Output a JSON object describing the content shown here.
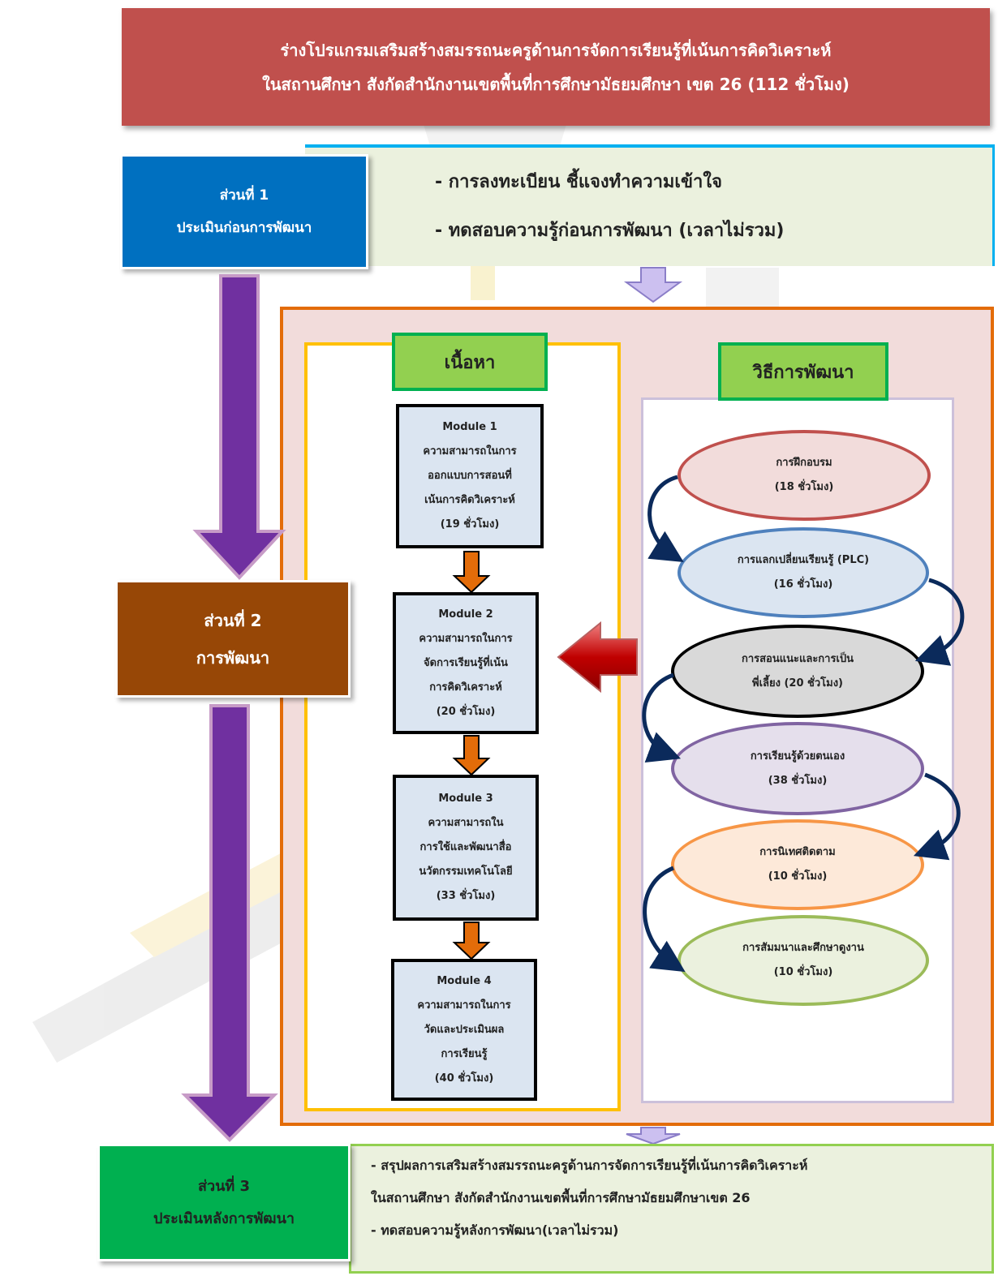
{
  "title": {
    "line1": "ร่างโปรแกรมเสริมสร้างสมรรถนะครูด้านการจัดการเรียนรู้ที่เน้นการคิดวิเคราะห์",
    "line2": "ในสถานศึกษา สังกัดสำนักงานเขตพื้นที่การศึกษามัธยมศึกษา เขต 26 (112 ชั่วโมง)"
  },
  "part1": {
    "line1": "ส่วนที่ 1",
    "line2": "ประเมินก่อนการพัฒนา",
    "items": [
      "- การลงทะเบียน ชี้แจงทำความเข้าใจ",
      "- ทดสอบความรู้ก่อนการพัฒนา (เวลาไม่รวม)"
    ]
  },
  "part2": {
    "line1": "ส่วนที่ 2",
    "line2": "การพัฒนา"
  },
  "content": {
    "heading": "เนื้อหา",
    "modules": [
      {
        "lines": [
          "Module 1",
          "ความสามารถในการ",
          "ออกแบบการสอนที่",
          "เน้นการคิดวิเคราะห์",
          "(19 ชั่วโมง)"
        ],
        "hours": 19
      },
      {
        "lines": [
          "Module 2",
          "ความสามารถในการ",
          "จัดการเรียนรู้ที่เน้น",
          "การคิดวิเคราะห์",
          "(20 ชั่วโมง)"
        ],
        "hours": 20
      },
      {
        "lines": [
          "Module 3",
          "ความสามารถใน",
          "การใช้และพัฒนาสื่อ",
          "นวัตกรรมเทคโนโลยี",
          "(33 ชั่วโมง)"
        ],
        "hours": 33
      },
      {
        "lines": [
          "Module 4",
          "ความสามารถในการ",
          "วัดและประเมินผล",
          "การเรียนรู้",
          "(40 ชั่วโมง)"
        ],
        "hours": 40
      }
    ]
  },
  "methods": {
    "heading": "วิธีการพัฒนา",
    "items": [
      {
        "line1": "การฝึกอบรม",
        "line2": "(18 ชั่วโมง)",
        "hours": 18
      },
      {
        "line1": "การแลกเปลี่ยนเรียนรู้ (PLC)",
        "line2": "(16 ชั่วโมง)",
        "hours": 16
      },
      {
        "line1": "การสอนแนะและการเป็น",
        "line2": "พี่เลี้ยง (20 ชั่วโมง)",
        "hours": 20
      },
      {
        "line1": "การเรียนรู้ด้วยตนเอง",
        "line2": "(38 ชั่วโมง)",
        "hours": 38
      },
      {
        "line1": "การนิเทศติดตาม",
        "line2": "(10 ชั่วโมง)",
        "hours": 10
      },
      {
        "line1": "การสัมมนาและศึกษาดูงาน",
        "line2": "(10 ชั่วโมง)",
        "hours": 10
      }
    ]
  },
  "part3": {
    "line1": "ส่วนที่ 3",
    "line2": "ประเมินหลังการพัฒนา",
    "items": [
      "- สรุปผลการเสริมสร้างสมรรถนะครูด้านการจัดการเรียนรู้ที่เน้นการคิดวิเคราะห์",
      "ในสถานศึกษา สังกัดสำนักงานเขตพื้นที่การศึกษามัธยมศึกษาเขต 26",
      "- ทดสอบความรู้หลังการพัฒนา(เวลาไม่รวม)"
    ]
  },
  "colors": {
    "title_bg": "#c0504d",
    "part1_bg": "#0070c0",
    "part2_bg": "#974706",
    "part3_bg": "#00b050",
    "flow_arrow": "#7030a0",
    "module_arrow": "#e36c09",
    "main_panel_border": "#e36c09",
    "content_panel_border": "#ffc000",
    "heading_bg": "#92d050"
  }
}
